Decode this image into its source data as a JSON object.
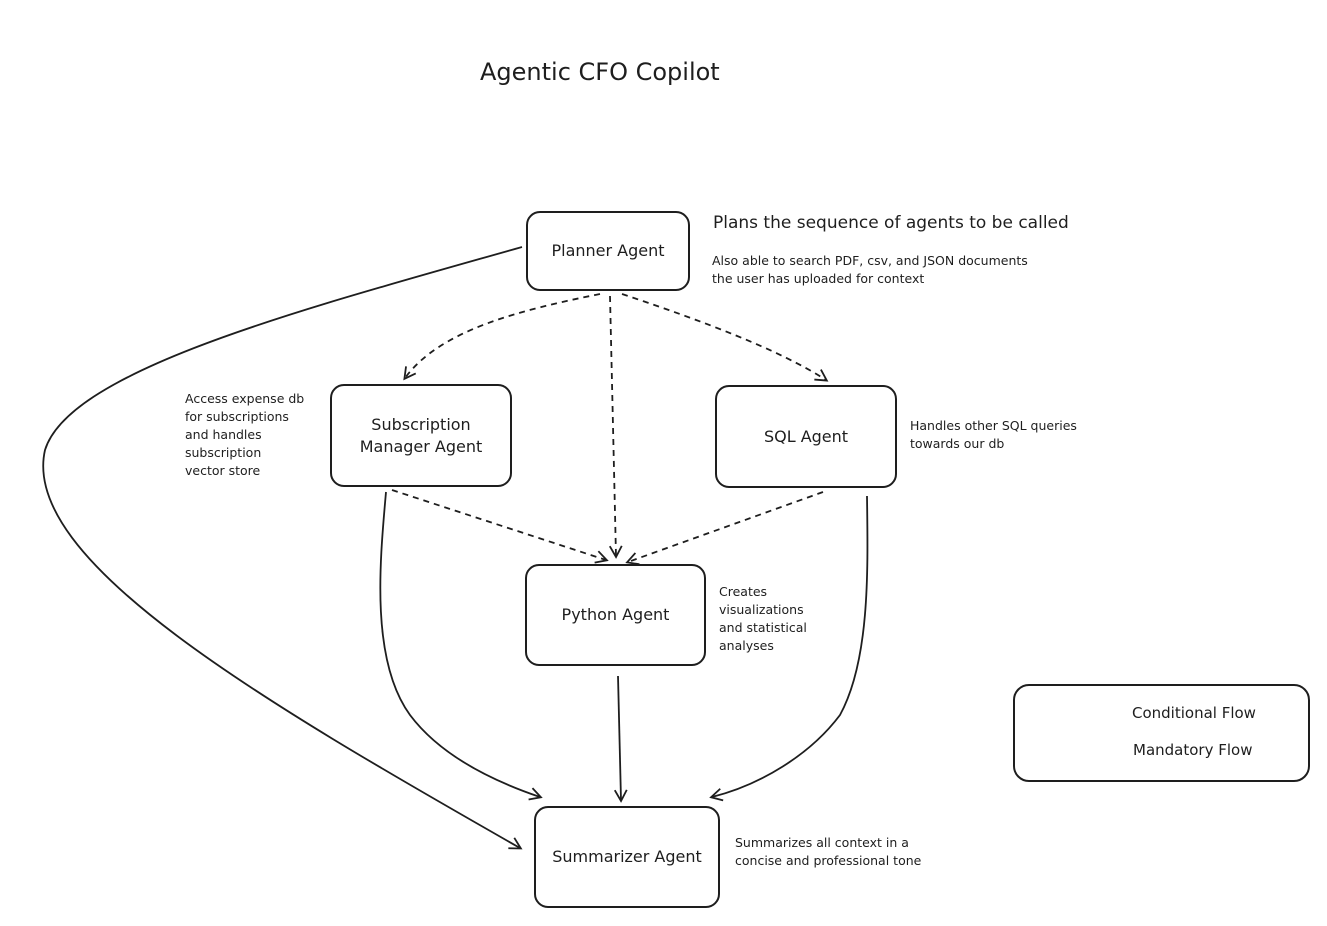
{
  "title": "Agentic CFO Copilot",
  "nodes": {
    "planner": "Planner Agent",
    "subscription": "Subscription\nManager Agent",
    "sql": "SQL Agent",
    "python": "Python Agent",
    "summarizer": "Summarizer Agent"
  },
  "notes": {
    "planner_heading": "Plans the sequence of agents to be called",
    "planner_detail": "Also able to search PDF, csv, and JSON documents\nthe user has uploaded for context",
    "subscription": "Access expense db\nfor subscriptions\nand handles\nsubscription\nvector store",
    "sql": "Handles other SQL queries\ntowards our db",
    "python": "Creates\nvisualizations\nand statistical\nanalyses",
    "summarizer": "Summarizes all context in a\nconcise and professional tone"
  },
  "legend": {
    "conditional": "Conditional Flow",
    "mandatory": "Mandatory Flow"
  },
  "edges": [
    {
      "from": "Planner Agent",
      "to": "Subscription Manager Agent",
      "style": "dashed"
    },
    {
      "from": "Planner Agent",
      "to": "Python Agent",
      "style": "dashed"
    },
    {
      "from": "Planner Agent",
      "to": "SQL Agent",
      "style": "dashed"
    },
    {
      "from": "Subscription Manager Agent",
      "to": "Python Agent",
      "style": "dashed"
    },
    {
      "from": "SQL Agent",
      "to": "Python Agent",
      "style": "dashed"
    },
    {
      "from": "Planner Agent",
      "to": "Summarizer Agent",
      "style": "solid"
    },
    {
      "from": "Subscription Manager Agent",
      "to": "Summarizer Agent",
      "style": "solid"
    },
    {
      "from": "Python Agent",
      "to": "Summarizer Agent",
      "style": "solid"
    },
    {
      "from": "SQL Agent",
      "to": "Summarizer Agent",
      "style": "solid"
    }
  ]
}
